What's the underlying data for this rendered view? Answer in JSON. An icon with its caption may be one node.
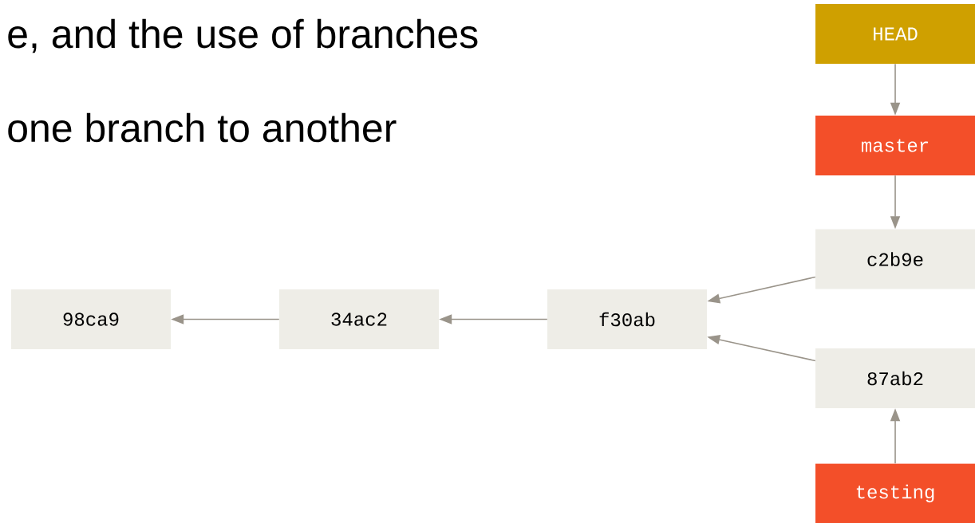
{
  "diagram": {
    "nodes": [
      {
        "text": [
          "HEAD"
        ]
      },
      {
        "text": [
          "master"
        ]
      },
      {
        "text": [
          "c2b9e"
        ]
      },
      {
        "text": [
          "f30ab"
        ]
      },
      {
        "text": [
          "34ac2"
        ]
      },
      {
        "text": [
          "98ca9"
        ]
      },
      {
        "text": [
          "87ab2"
        ]
      },
      {
        "text": [
          "testing"
        ]
      }
    ],
    "edges": [
      {
        "from": 0,
        "to": 1,
        "arrow": "to"
      },
      {
        "from": 1,
        "to": 2,
        "arrow": "to"
      },
      {
        "from": 2,
        "to": 3,
        "arrow": "to"
      },
      {
        "from": 3,
        "to": 4,
        "arrow": "to"
      },
      {
        "from": 4,
        "to": 5,
        "arrow": "to"
      },
      {
        "from": 6,
        "to": 3,
        "arrow": "to"
      },
      {
        "from": 7,
        "to": 6,
        "arrow": "to"
      }
    ],
    "labels": [
      "e, and the use of branches",
      "one branch to another"
    ]
  }
}
